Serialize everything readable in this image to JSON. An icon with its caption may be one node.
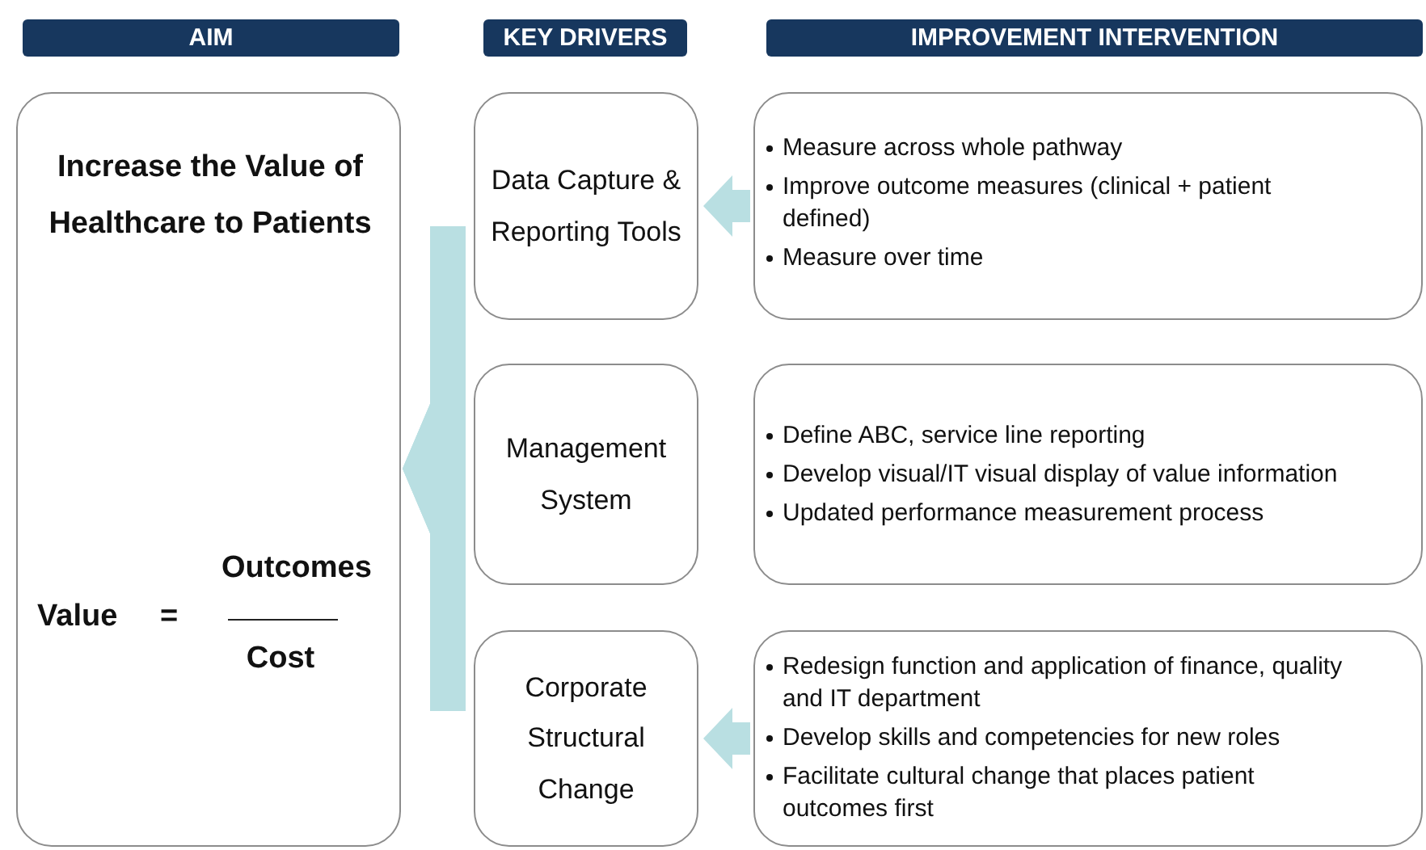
{
  "diagram": {
    "nodes": [
      {
        "text": [
          "AIM"
        ]
      },
      {
        "text": [
          "KEY DRIVERS"
        ]
      },
      {
        "text": [
          "IMPROVEMENT INTERVENTION"
        ]
      },
      {
        "text": [
          "Increase the Value of Healthcare to Patients",
          "Value",
          "=",
          "Outcomes",
          "Cost"
        ]
      },
      {
        "text": [
          "Data Capture & Reporting Tools"
        ]
      },
      {
        "text": [
          "Management System"
        ]
      },
      {
        "text": [
          "Corporate Structural Change"
        ]
      },
      {
        "text": [
          "Measure across whole pathway",
          "Improve outcome measures (clinical + patient defined)",
          "Measure over time"
        ]
      },
      {
        "text": [
          "Define ABC, service line reporting",
          "Develop visual/IT visual display of value information",
          "Updated performance measurement process"
        ]
      },
      {
        "text": [
          "Redesign function and application of finance, quality and IT department",
          "Develop skills and competencies for new roles",
          "Facilitate cultural change that places patient outcomes first"
        ]
      }
    ],
    "edges": [
      {
        "from": 4,
        "to": 3,
        "arrow": "to"
      },
      {
        "from": 5,
        "to": 3,
        "arrow": "to"
      },
      {
        "from": 6,
        "to": 3,
        "arrow": "to"
      },
      {
        "from": 7,
        "to": 4,
        "arrow": "to"
      },
      {
        "from": 9,
        "to": 6,
        "arrow": "to"
      }
    ]
  }
}
